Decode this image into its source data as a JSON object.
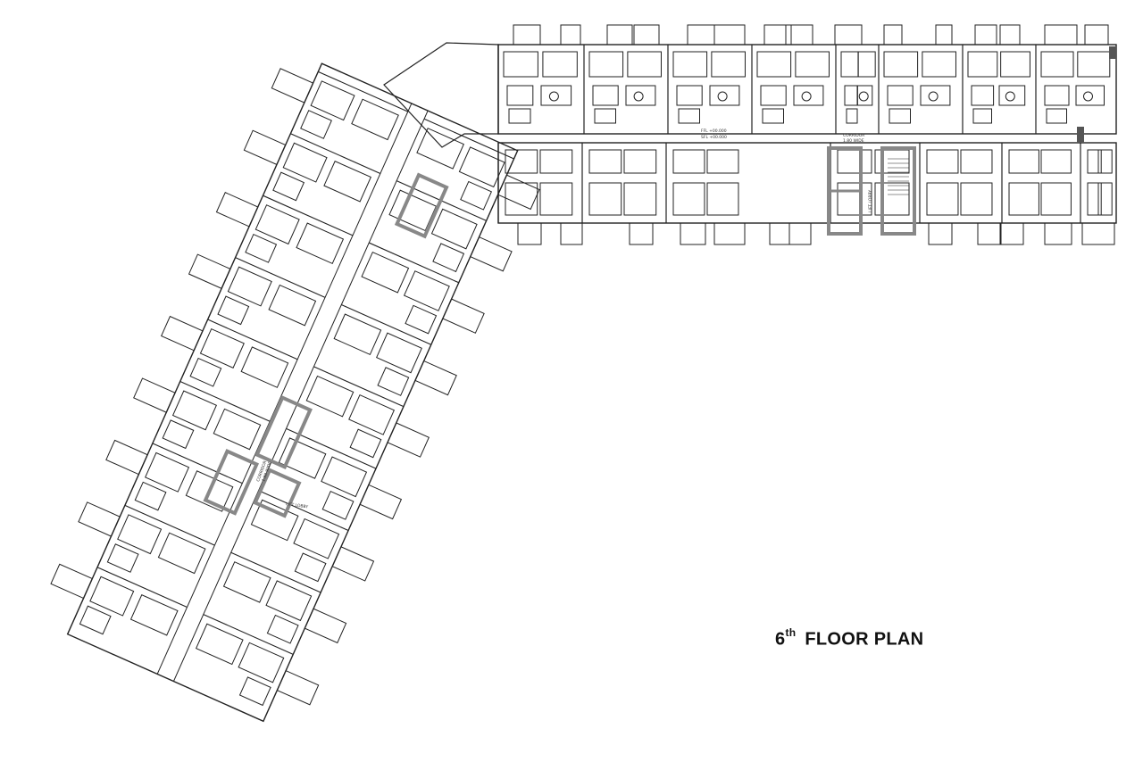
{
  "title": {
    "ordinal": "6",
    "suffix": "th",
    "text": "FLOOR PLAN"
  },
  "labels": {
    "corridor_top": "CORRIDOR",
    "corridor_top_dim": "1.80 WIDE",
    "lift_lobby_top": "LIFT LOBBY",
    "corridor_wing": "CORRIDOR",
    "corridor_wing_dim": "1.80 WIDE",
    "lift_lobby_wing": "LIFT LOBBY",
    "ffl": "FFL +00.000",
    "sfl": "SFL +00.000"
  },
  "colors": {
    "line": "#222222",
    "core": "#888888",
    "wall_fill": "#555555"
  }
}
